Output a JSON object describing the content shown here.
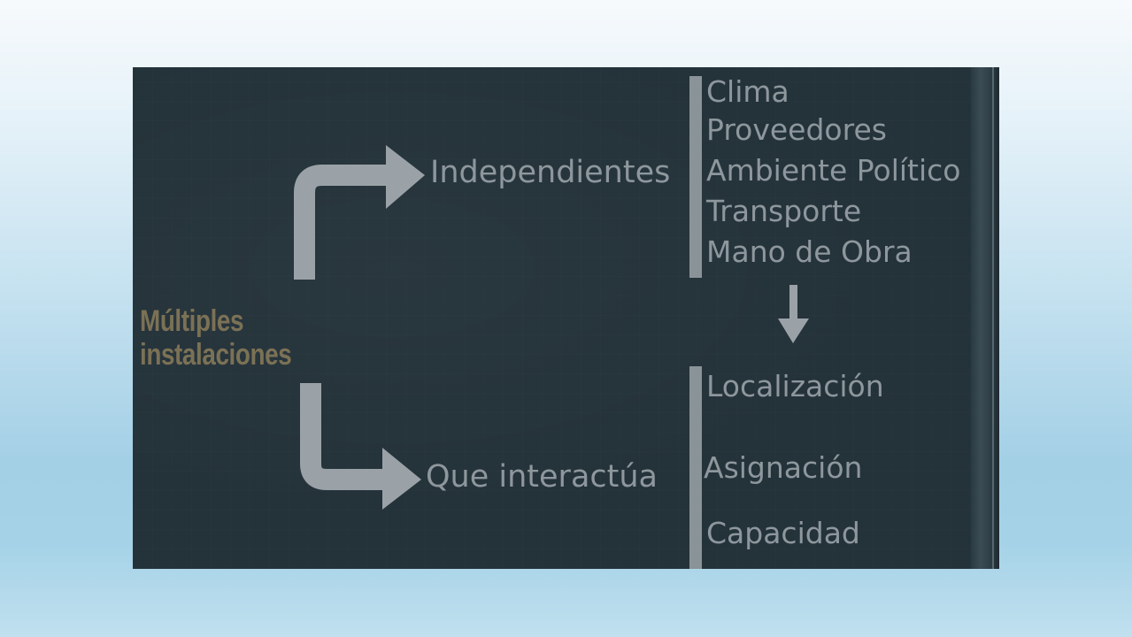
{
  "main_topic": {
    "line1": "Múltiples",
    "line2": "instalaciones"
  },
  "branches": {
    "top": "Independientes",
    "bottom": "Que interactúa"
  },
  "factors": [
    "Clima",
    "Proveedores",
    "Ambiente Político",
    "Transporte",
    "Mano de Obra"
  ],
  "decisions": [
    "Localización",
    "Asignación",
    "Capacidad"
  ],
  "colors": {
    "slide_background": "#24323a",
    "arrow": "#9aa2a7",
    "text": "#8d979c",
    "main_label": "#7b7155",
    "page_gradient_top": "#f7fafc",
    "page_gradient_bottom": "#a5d2e7"
  }
}
